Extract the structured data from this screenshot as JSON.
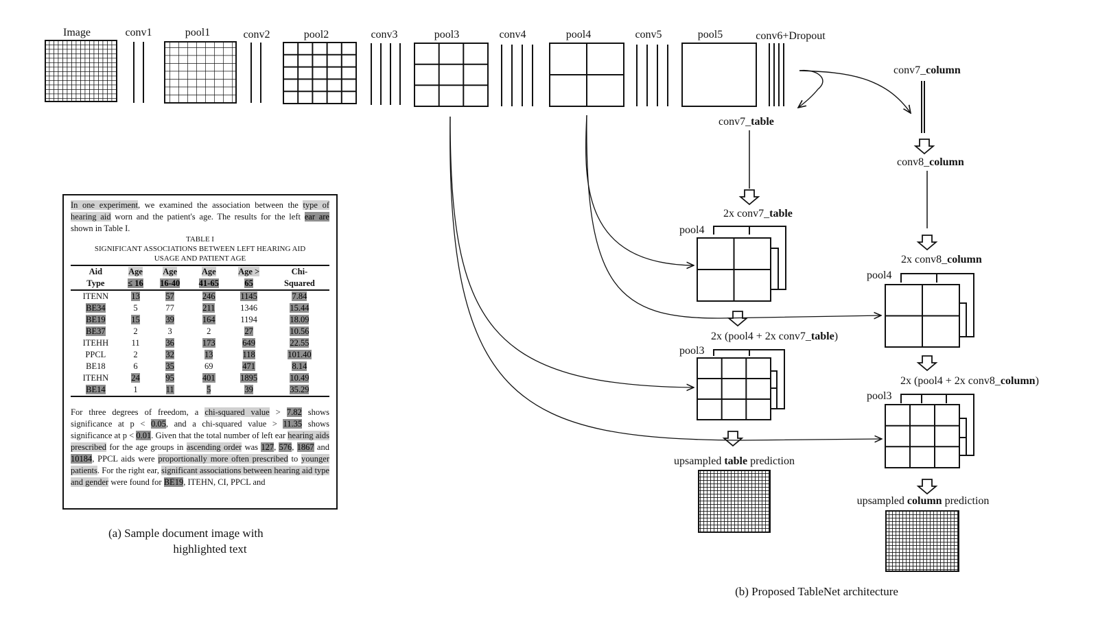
{
  "layers_top": {
    "image": "Image",
    "conv1": "conv1",
    "pool1": "pool1",
    "conv2": "conv2",
    "pool2": "pool2",
    "conv3": "conv3",
    "pool3": "pool3",
    "conv4": "conv4",
    "pool4": "pool4",
    "conv5": "conv5",
    "pool5": "pool5",
    "conv6": "conv6+Dropout"
  },
  "table_branch": {
    "conv7_prefix": "conv7_",
    "conv7_bold": "table",
    "up1_prefix": "2x conv7_",
    "up1_bold": "table",
    "pool4": "pool4",
    "up2_prefix": "2x (pool4 + 2x conv7_",
    "up2_bold": "table",
    "up2_suffix": ")",
    "pool3": "pool3",
    "pred_prefix": "upsampled ",
    "pred_bold": "table",
    "pred_suffix": " prediction"
  },
  "column_branch": {
    "conv7_prefix": "conv7_",
    "conv7_bold": "column",
    "conv8_prefix": "conv8_",
    "conv8_bold": "column",
    "up1_prefix": "2x conv8_",
    "up1_bold": "column",
    "pool4": "pool4",
    "up2_prefix": "2x (pool4 + 2x conv8_",
    "up2_bold": "column",
    "up2_suffix": ")",
    "pool3": "pool3",
    "pred_prefix": "upsampled ",
    "pred_bold": "column",
    "pred_suffix": " prediction"
  },
  "captions": {
    "a_line1": "(a)  Sample document image with",
    "a_line2": "highlighted text",
    "b": "(b) Proposed TableNet architecture"
  },
  "document": {
    "para1": {
      "s1": "In one experiment",
      "s2": ", we examined the association between the ",
      "s3": "type of hearing aid",
      "s4": " worn and the patient's age. The results for the left ",
      "s5": "ear are",
      "s6": " shown in Table I."
    },
    "table_title": "TABLE I",
    "table_caption_1": "SIGNIFICANT  ASSOCIATIONS BETWEEN LEFT HEARING AID",
    "table_caption_2": "USAGE AND PATIENT AGE",
    "headers_row1": [
      "Aid",
      "Age",
      "Age",
      "Age",
      "Age >",
      "Chi-"
    ],
    "headers_row2": [
      "Type",
      "≤ 16",
      "16-40",
      "41-65",
      "65",
      "Squared"
    ],
    "rows": [
      [
        "ITENN",
        "13",
        "57",
        "246",
        "1145",
        "7.84"
      ],
      [
        "BE34",
        "5",
        "77",
        "211",
        "1346",
        "15.44"
      ],
      [
        "BE19",
        "15",
        "39",
        "164",
        "1194",
        "18.09"
      ],
      [
        "BE37",
        "2",
        "3",
        "2",
        "27",
        "10.56"
      ],
      [
        "ITEHH",
        "11",
        "36",
        "173",
        "649",
        "22.55"
      ],
      [
        "PPCL",
        "2",
        "32",
        "13",
        "118",
        "101.40"
      ],
      [
        "BE18",
        "6",
        "35",
        "69",
        "471",
        "8.14"
      ],
      [
        "ITEHN",
        "24",
        "95",
        "401",
        "1895",
        "10.49"
      ],
      [
        "BE14",
        "1",
        "11",
        "5",
        "39",
        "35.29"
      ]
    ],
    "para2": {
      "t1": "For three degrees of freedom, a ",
      "t2": "chi-squared value",
      "t3": " > ",
      "t4": "7.82",
      "t5": " shows significance at p < ",
      "t6": "0.05",
      "t7": ", and a chi-squared value > ",
      "t8": "11.35",
      "t9": " shows significance at p < ",
      "t10": "0.01",
      "t11": ". Given that the total number of left ear ",
      "t12": "hearing aids prescribed",
      "t13": " for the age groups in ",
      "t14": "ascending order",
      "t15": " was ",
      "t16": "127",
      "t17": ", ",
      "t18": "576",
      "t19": ", ",
      "t20": "1867",
      "t21": " and ",
      "t22": "10184",
      "t23": ", PPCL aids were ",
      "t24": "proportionally more often prescribed",
      "t25": " to ",
      "t26": "younger patients",
      "t27": ". For the right ear, ",
      "t28": "significant associations between hearing aid type and gender",
      "t29": " were found for ",
      "t30": "BE19",
      "t31": ", ITEHN, CI, PPCL and"
    }
  }
}
